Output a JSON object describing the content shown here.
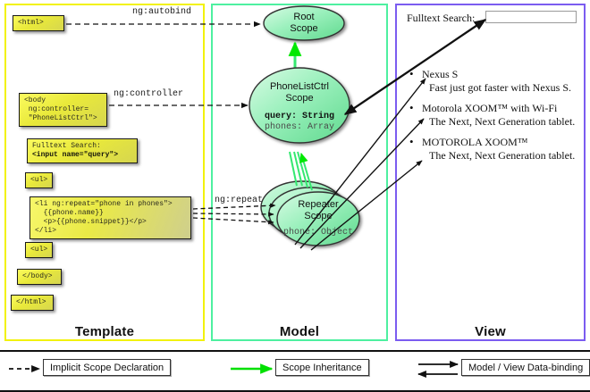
{
  "columns": {
    "template": {
      "label": "Template",
      "border_color": "#f2f20d"
    },
    "model": {
      "label": "Model",
      "border_color": "#4ef0a0"
    },
    "view": {
      "label": "View",
      "border_color": "#7b5cf0"
    }
  },
  "template_boxes": {
    "html_open": "<html>",
    "body_open": "<body\n ng:controller=\n \"PhoneListCtrl\">",
    "search": "Fulltext Search:",
    "search_input_code": "<input name=\"query\">",
    "ul_open": "<ul>",
    "li_block_line1": "<li ng:repeat=\"phone in phones\">",
    "li_block_line2": "  {{phone.name}}",
    "li_block_line3": "  <p>{{phone.snippet}}</p>",
    "li_block_line4": "</li>",
    "ul_close": "<ul>",
    "body_close": "</body>",
    "html_close": "</html>"
  },
  "connector_labels": {
    "autobind": "ng:autobind",
    "controller": "ng:controller",
    "repeat": "ng:repeat"
  },
  "model_scopes": [
    {
      "name": "root",
      "title_line1": "Root",
      "title_line2": "Scope",
      "props": []
    },
    {
      "name": "phonelist",
      "title_line1": "PhoneListCtrl",
      "title_line2": "Scope",
      "props": [
        {
          "text": "query: String",
          "bold": true
        },
        {
          "text": "phones: Array",
          "bold": false
        }
      ]
    },
    {
      "name": "repeater",
      "title_line1": "Repeater",
      "title_line2": "Scope",
      "props": [
        {
          "text": "phone: Object",
          "bold": false
        }
      ]
    }
  ],
  "view": {
    "search_label": "Fulltext Search:",
    "search_value": "",
    "search_placeholder": "",
    "phones": [
      {
        "name": "Nexus S",
        "snippet": "Fast just got faster with Nexus S."
      },
      {
        "name": "Motorola XOOM™  with Wi-Fi",
        "snippet": "The Next, Next Generation tablet."
      },
      {
        "name": "MOTOROLA XOOM™",
        "snippet": "The Next, Next Generation tablet."
      }
    ]
  },
  "legend": [
    {
      "key": "implicit",
      "label": "Implicit Scope Declaration",
      "style": "dashed-black-arrow"
    },
    {
      "key": "inheritance",
      "label": "Scope Inheritance",
      "style": "solid-green-arrow",
      "color": "#00e000"
    },
    {
      "key": "databinding",
      "label": "Model / View Data-binding",
      "style": "double-black-arrow"
    }
  ]
}
